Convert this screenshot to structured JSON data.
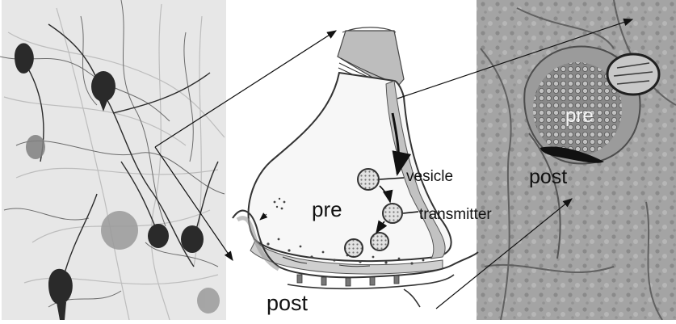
{
  "labels": {
    "pre_center": "pre",
    "post_center": "post",
    "vesicle": "vesicle",
    "transmitter": "transmitter",
    "pre_em": "pre",
    "post_em": "post"
  },
  "panels": {
    "left": "light-micrograph-neurons",
    "center": "synapse-schematic",
    "right": "electron-micrograph-synapse"
  },
  "colors": {
    "background": "#ffffff",
    "ink": "#111111",
    "micrograph_gray": "#9a9a9a"
  }
}
